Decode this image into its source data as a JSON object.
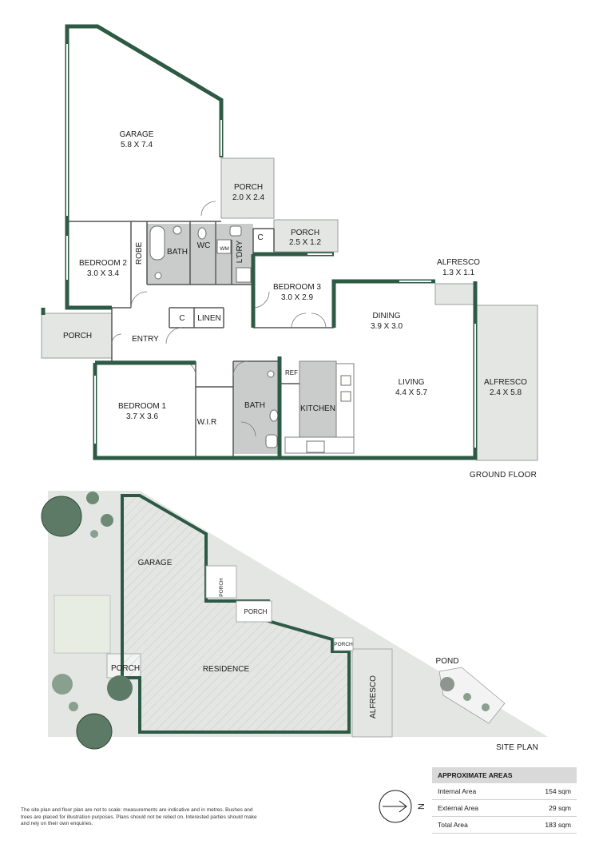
{
  "ground_floor": {
    "section_label": "GROUND FLOOR",
    "rooms": {
      "garage": {
        "name": "GARAGE",
        "dims": "5.8 X 7.4"
      },
      "porch_garage": {
        "name": "PORCH",
        "dims": "2.0 X 2.4"
      },
      "porch_laundry": {
        "name": "PORCH",
        "dims": "2.5 X 1.2"
      },
      "robe": {
        "name": "ROBE"
      },
      "bedroom2": {
        "name": "BEDROOM 2",
        "dims": "3.0 X 3.4"
      },
      "bath_upper": {
        "name": "BATH"
      },
      "wc": {
        "name": "WC"
      },
      "wm": {
        "name": "WM"
      },
      "laundry": {
        "name": "L'DRY"
      },
      "cupboard_laundry": {
        "name": "C"
      },
      "bedroom3": {
        "name": "BEDROOM 3",
        "dims": "3.0 X 2.9"
      },
      "alfresco_small": {
        "name": "ALFRESCO",
        "dims": "1.3 X 1.1"
      },
      "cupboard_hall": {
        "name": "C"
      },
      "linen": {
        "name": "LINEN"
      },
      "porch_entry": {
        "name": "PORCH"
      },
      "entry": {
        "name": "ENTRY"
      },
      "dining": {
        "name": "DINING",
        "dims": "3.9 X 3.0"
      },
      "living": {
        "name": "LIVING",
        "dims": "4.4 X 5.7"
      },
      "alfresco_large": {
        "name": "ALFRESCO",
        "dims": "2.4 X 5.8"
      },
      "bedroom1": {
        "name": "BEDROOM 1",
        "dims": "3.7 X 3.6"
      },
      "wir": {
        "name": "W.I.R"
      },
      "bath_lower": {
        "name": "BATH"
      },
      "ref": {
        "name": "REF"
      },
      "kitchen": {
        "name": "KITCHEN"
      }
    }
  },
  "site_plan": {
    "section_label": "SITE PLAN",
    "labels": {
      "garage": "GARAGE",
      "porch_a": "PORCH",
      "porch_b": "PORCH",
      "porch_c": "PORCH",
      "porch_d": "PORCH",
      "residence": "RESIDENCE",
      "alfresco": "ALFRESCO",
      "pond": "POND"
    }
  },
  "compass": {
    "letter": "N",
    "icon": "north-arrow-icon"
  },
  "areas": {
    "title": "APPROXIMATE AREAS",
    "rows": [
      {
        "label": "Internal Area",
        "value": "154 sqm"
      },
      {
        "label": "External Area",
        "value": "29 sqm"
      },
      {
        "label": "Total Area",
        "value": "183 sqm"
      }
    ]
  },
  "disclaimer": "The site plan and floor plan are not to scale: measurements are indicative and in metres. Bushes and trees are placed for illustration purposes. Plans should not be relied on. Interested parties should make and rely on their own enquiries.",
  "colors": {
    "wall": "#2d5a45",
    "wet_area": "#c9ccca",
    "outdoor": "#e4e6e4",
    "lawn": "#e8ede3",
    "tree": "#5d7a66"
  }
}
